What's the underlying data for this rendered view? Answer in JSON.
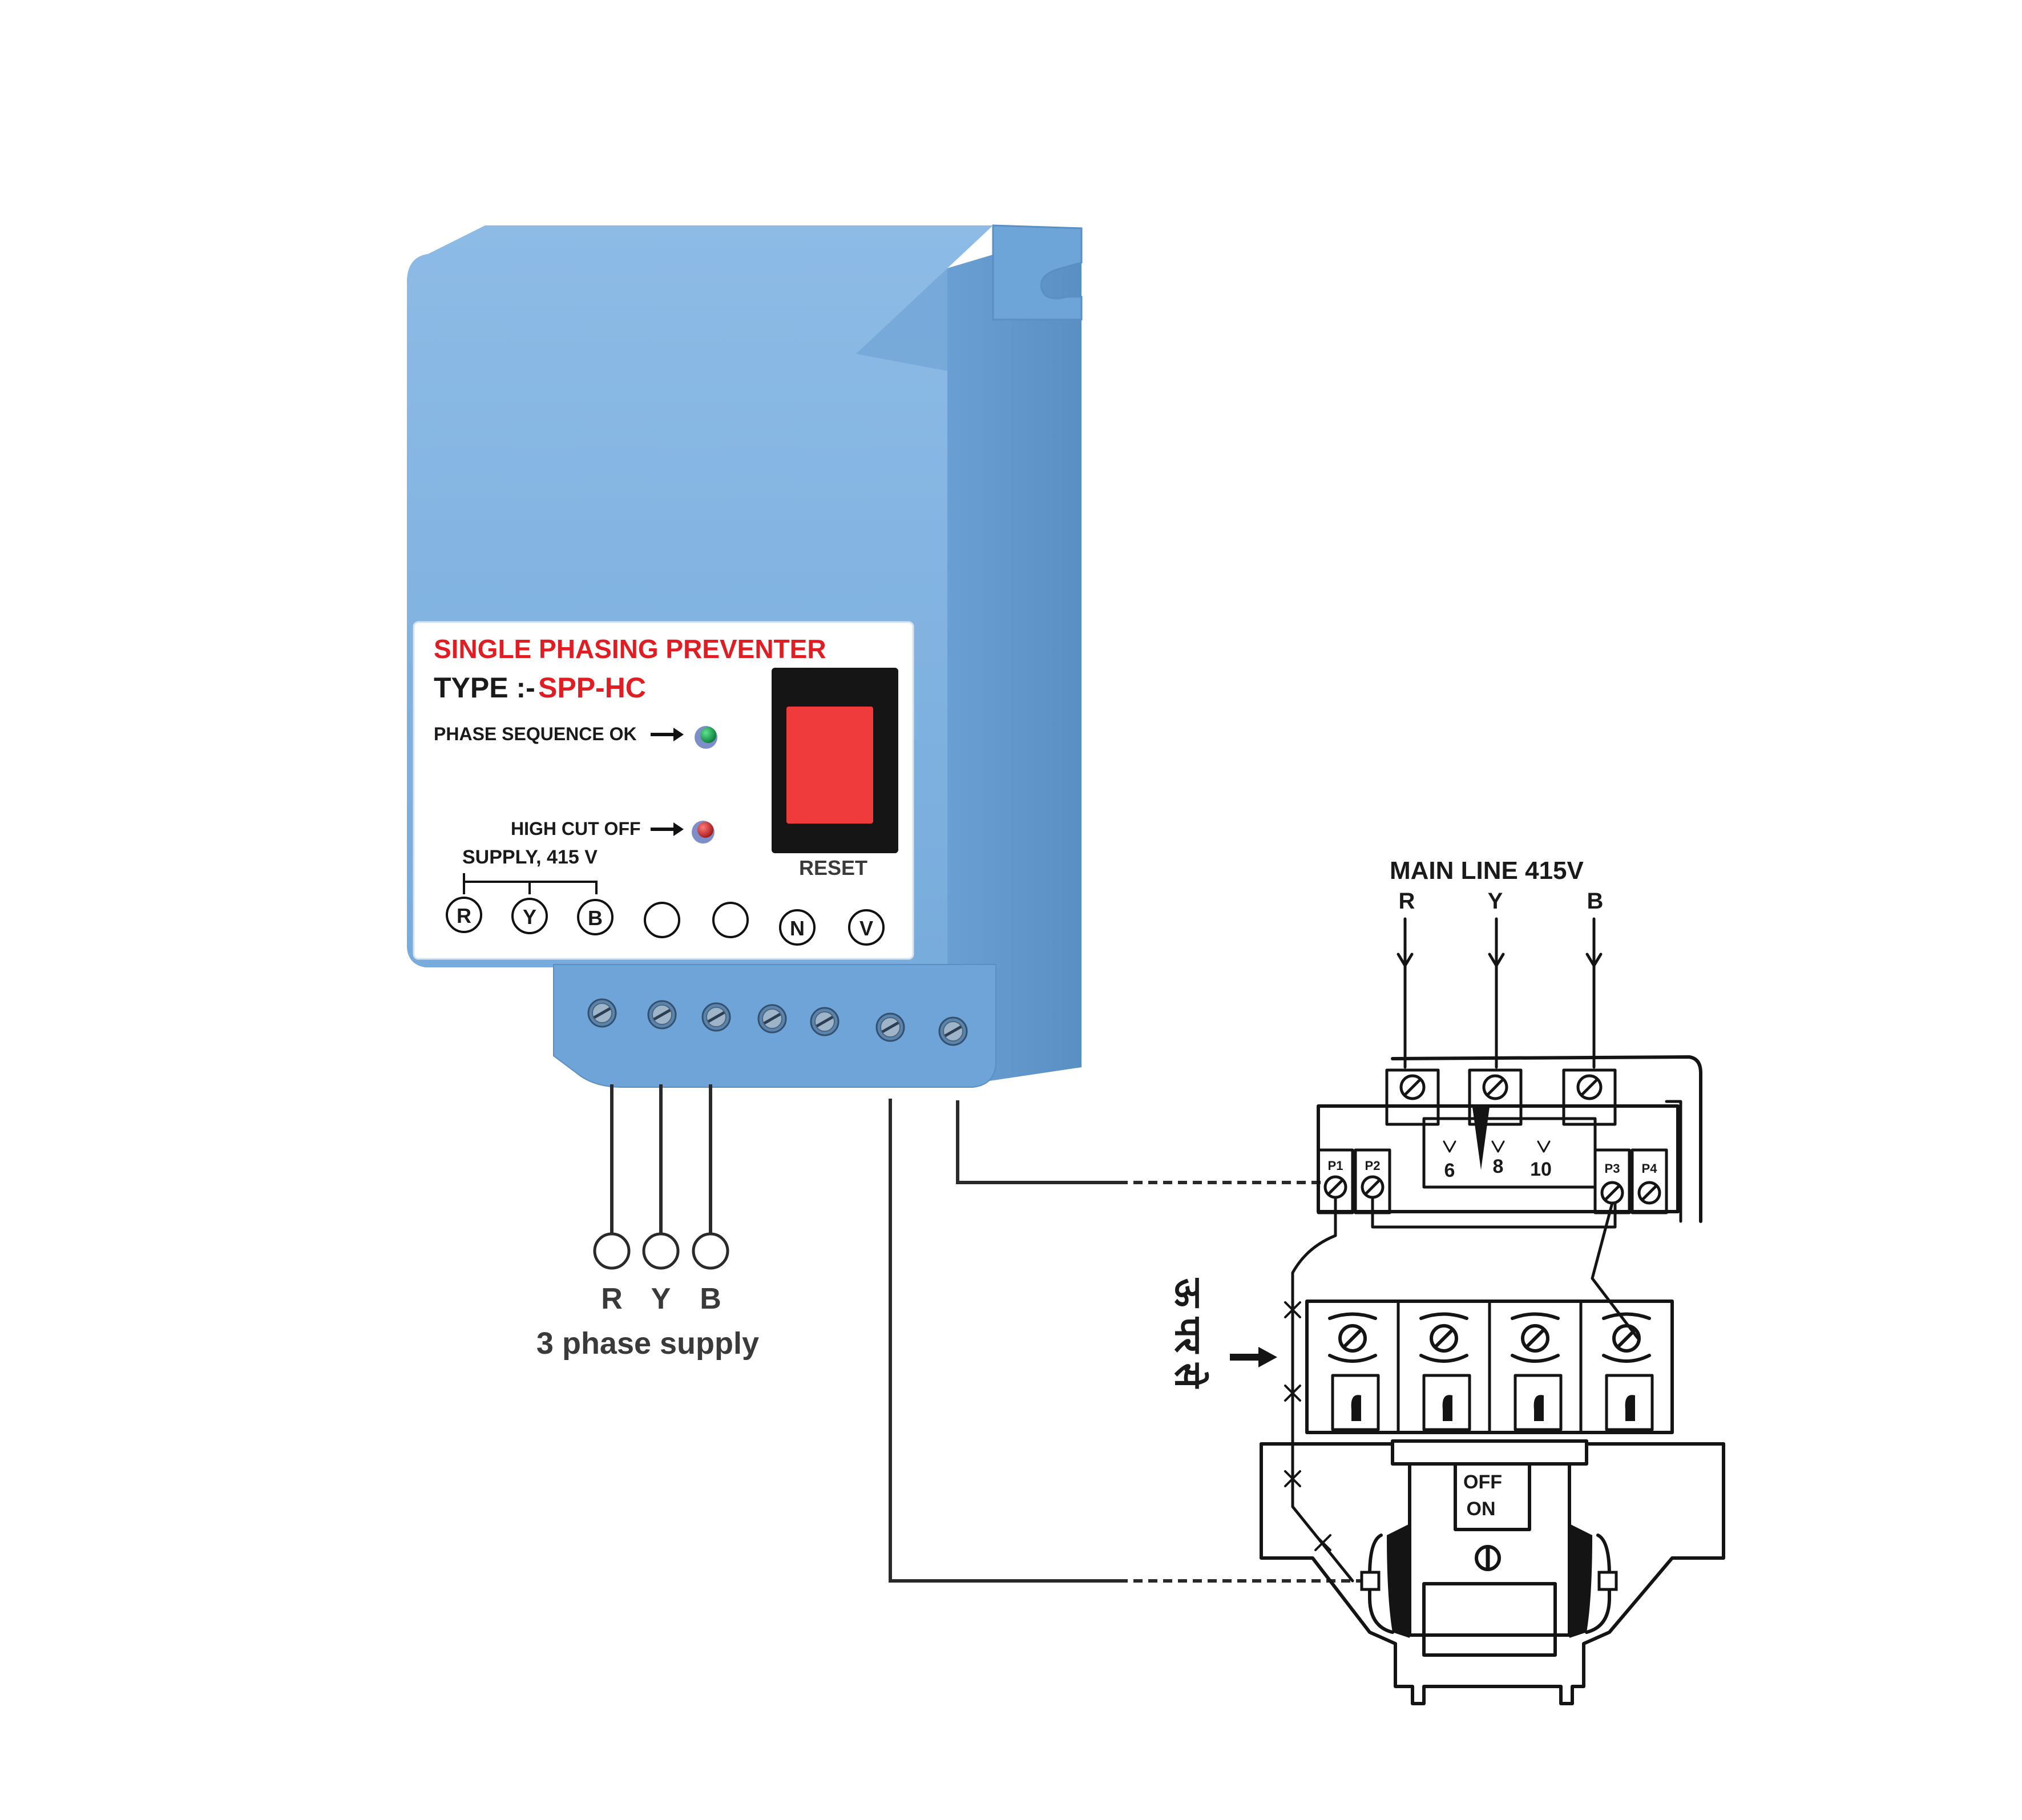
{
  "device": {
    "title": "SINGLE PHASING PREVENTER",
    "type_prefix": "TYPE :-",
    "type_model": "SPP-HC",
    "indicator_phase_ok": "PHASE SEQUENCE OK",
    "indicator_high_cut": "HIGH CUT OFF",
    "reset_label": "RESET",
    "supply_label": "SUPPLY, 415 V",
    "terminals": [
      "R",
      "Y",
      "B",
      "",
      "",
      "N",
      "V"
    ],
    "colors": {
      "housing": "#7aaede",
      "housing_dark": "#5d93c8",
      "reset": "#ef3b3b",
      "led_green": "#0f9b4a",
      "led_red": "#d42a2a",
      "label_red": "#e11d24"
    }
  },
  "supply": {
    "terminals": [
      "R",
      "Y",
      "B"
    ],
    "caption": "3 phase supply"
  },
  "starter": {
    "main_line": "MAIN LINE 415V",
    "phases": [
      "R",
      "Y",
      "B"
    ],
    "relay_ports": [
      "P1",
      "P2",
      "P3",
      "P4"
    ],
    "scale": [
      "6",
      "8",
      "10"
    ],
    "switch_off": "OFF",
    "switch_on": "ON",
    "side_note": "ऊ पर से"
  }
}
